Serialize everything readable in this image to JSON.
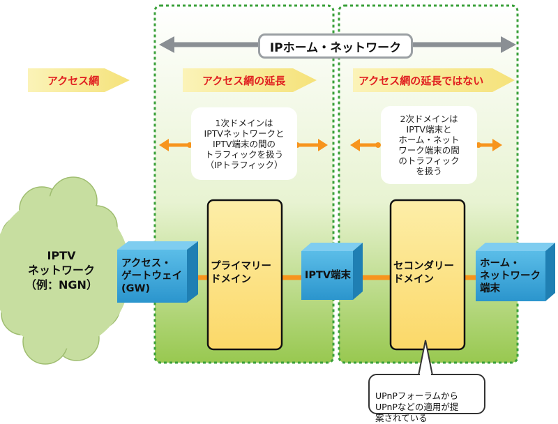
{
  "banner": {
    "label": "IPホーム・ネットワーク"
  },
  "zones": {
    "access": "アクセス網",
    "extension": "アクセス網の延長",
    "not_extension": "アクセス網の延長ではない"
  },
  "bubbles": {
    "primary": "1次ドメインは\nIPTVネットワークと\nIPTV端末の間の\nトラフィックを扱う\n（IPトラフィック）",
    "secondary": "2次ドメインは\nIPTV端末と\nホーム・ネット\nワーク端末の間\nのトラフィック\nを扱う"
  },
  "cloud": {
    "label": "IPTV\nネットワーク\n（例：NGN）"
  },
  "boxes": {
    "gateway": "アクセス・\nゲートウェイ\n(GW)",
    "iptv_terminal": "IPTV端末",
    "home_terminal": "ホーム・\nネットワーク\n端末"
  },
  "domains": {
    "primary": "プライマリー\nドメイン",
    "secondary": "セコンダリー\nドメイン"
  },
  "callout": {
    "text": "UPnPフォーラムから\nUPnPなどの適用が提\n案されている"
  },
  "colors": {
    "zone_gradient_top": "#ffffff",
    "zone_gradient_bottom": "#98c850",
    "zone_border": "#3aa03a",
    "box_blue": "#3aa6dc",
    "domain_yellow": "#fde58a",
    "orange_line": "#f7941d",
    "arrow_yellow": "#fbf0a4",
    "zone_label_red": "#e02020",
    "cloud_green": "#c7dea0"
  }
}
